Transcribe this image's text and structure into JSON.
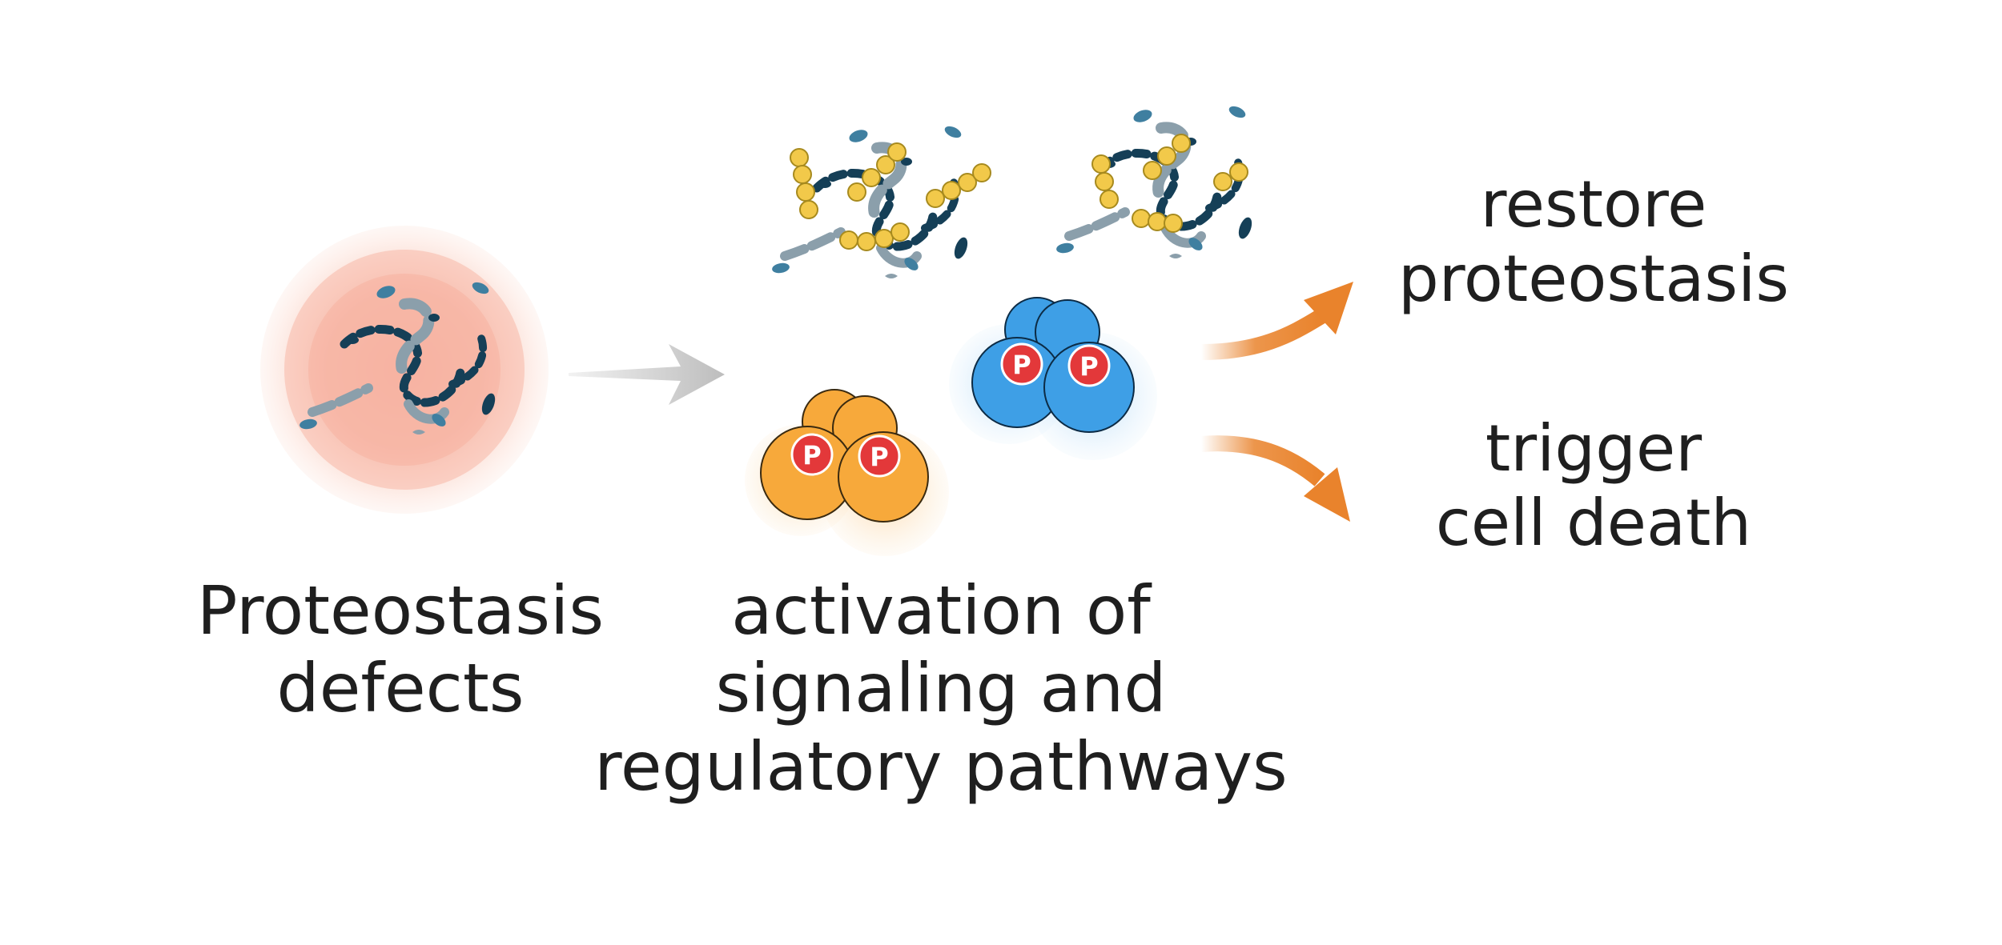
{
  "labels": {
    "defects": [
      "Proteostasis",
      "defects"
    ],
    "activation": [
      "activation of",
      "signaling and",
      "regulatory pathways"
    ],
    "restore": [
      "restore",
      "proteostasis"
    ],
    "trigger": [
      "trigger",
      "cell death"
    ]
  },
  "kinase_marker": "P",
  "icons": {
    "misfolded_protein": "misfolded-protein-icon",
    "aggregated_protein": "aggregated-protein-icon",
    "kinase_orange": "phosphorylated-kinase-icon",
    "kinase_blue": "phosphorylated-kinase-icon",
    "arrow_gray": "arrow-right-icon",
    "arrow_orange": "curved-arrow-icon"
  },
  "colors": {
    "stress_halo": "#f6b7a6",
    "kinase_orange": "#f7a93b",
    "kinase_blue": "#3e9fe6",
    "phospho": "#e3383a",
    "strand_dark": "#153f57",
    "strand_gray": "#8b9fab",
    "bead_yellow": "#f2c94a",
    "arrow_gray": "#bdbdbd",
    "arrow_orange": "#e9832c"
  }
}
